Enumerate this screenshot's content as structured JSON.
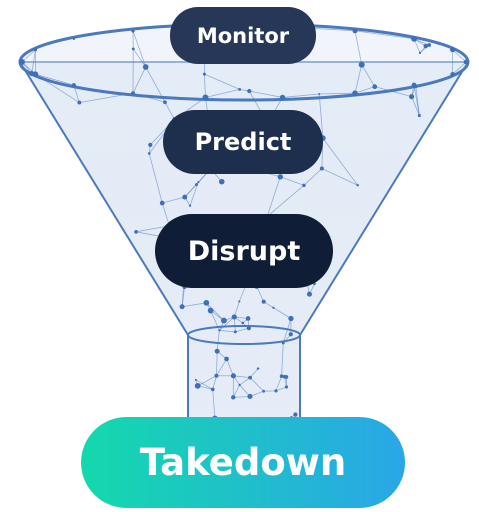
{
  "stages": [
    {
      "label": "Monitor"
    },
    {
      "label": "Predict"
    },
    {
      "label": "Disrupt"
    },
    {
      "label": "Takedown"
    }
  ],
  "colors": {
    "funnel_line": "#4b79bd",
    "funnel_fill": "#cfdcf0",
    "pill_dark_1": "#263757",
    "pill_dark_2": "#1e2f4d",
    "pill_dark_3": "#0f1d36",
    "takedown_gradient_start": "#14d9ac",
    "takedown_gradient_end": "#2aa6e8"
  }
}
